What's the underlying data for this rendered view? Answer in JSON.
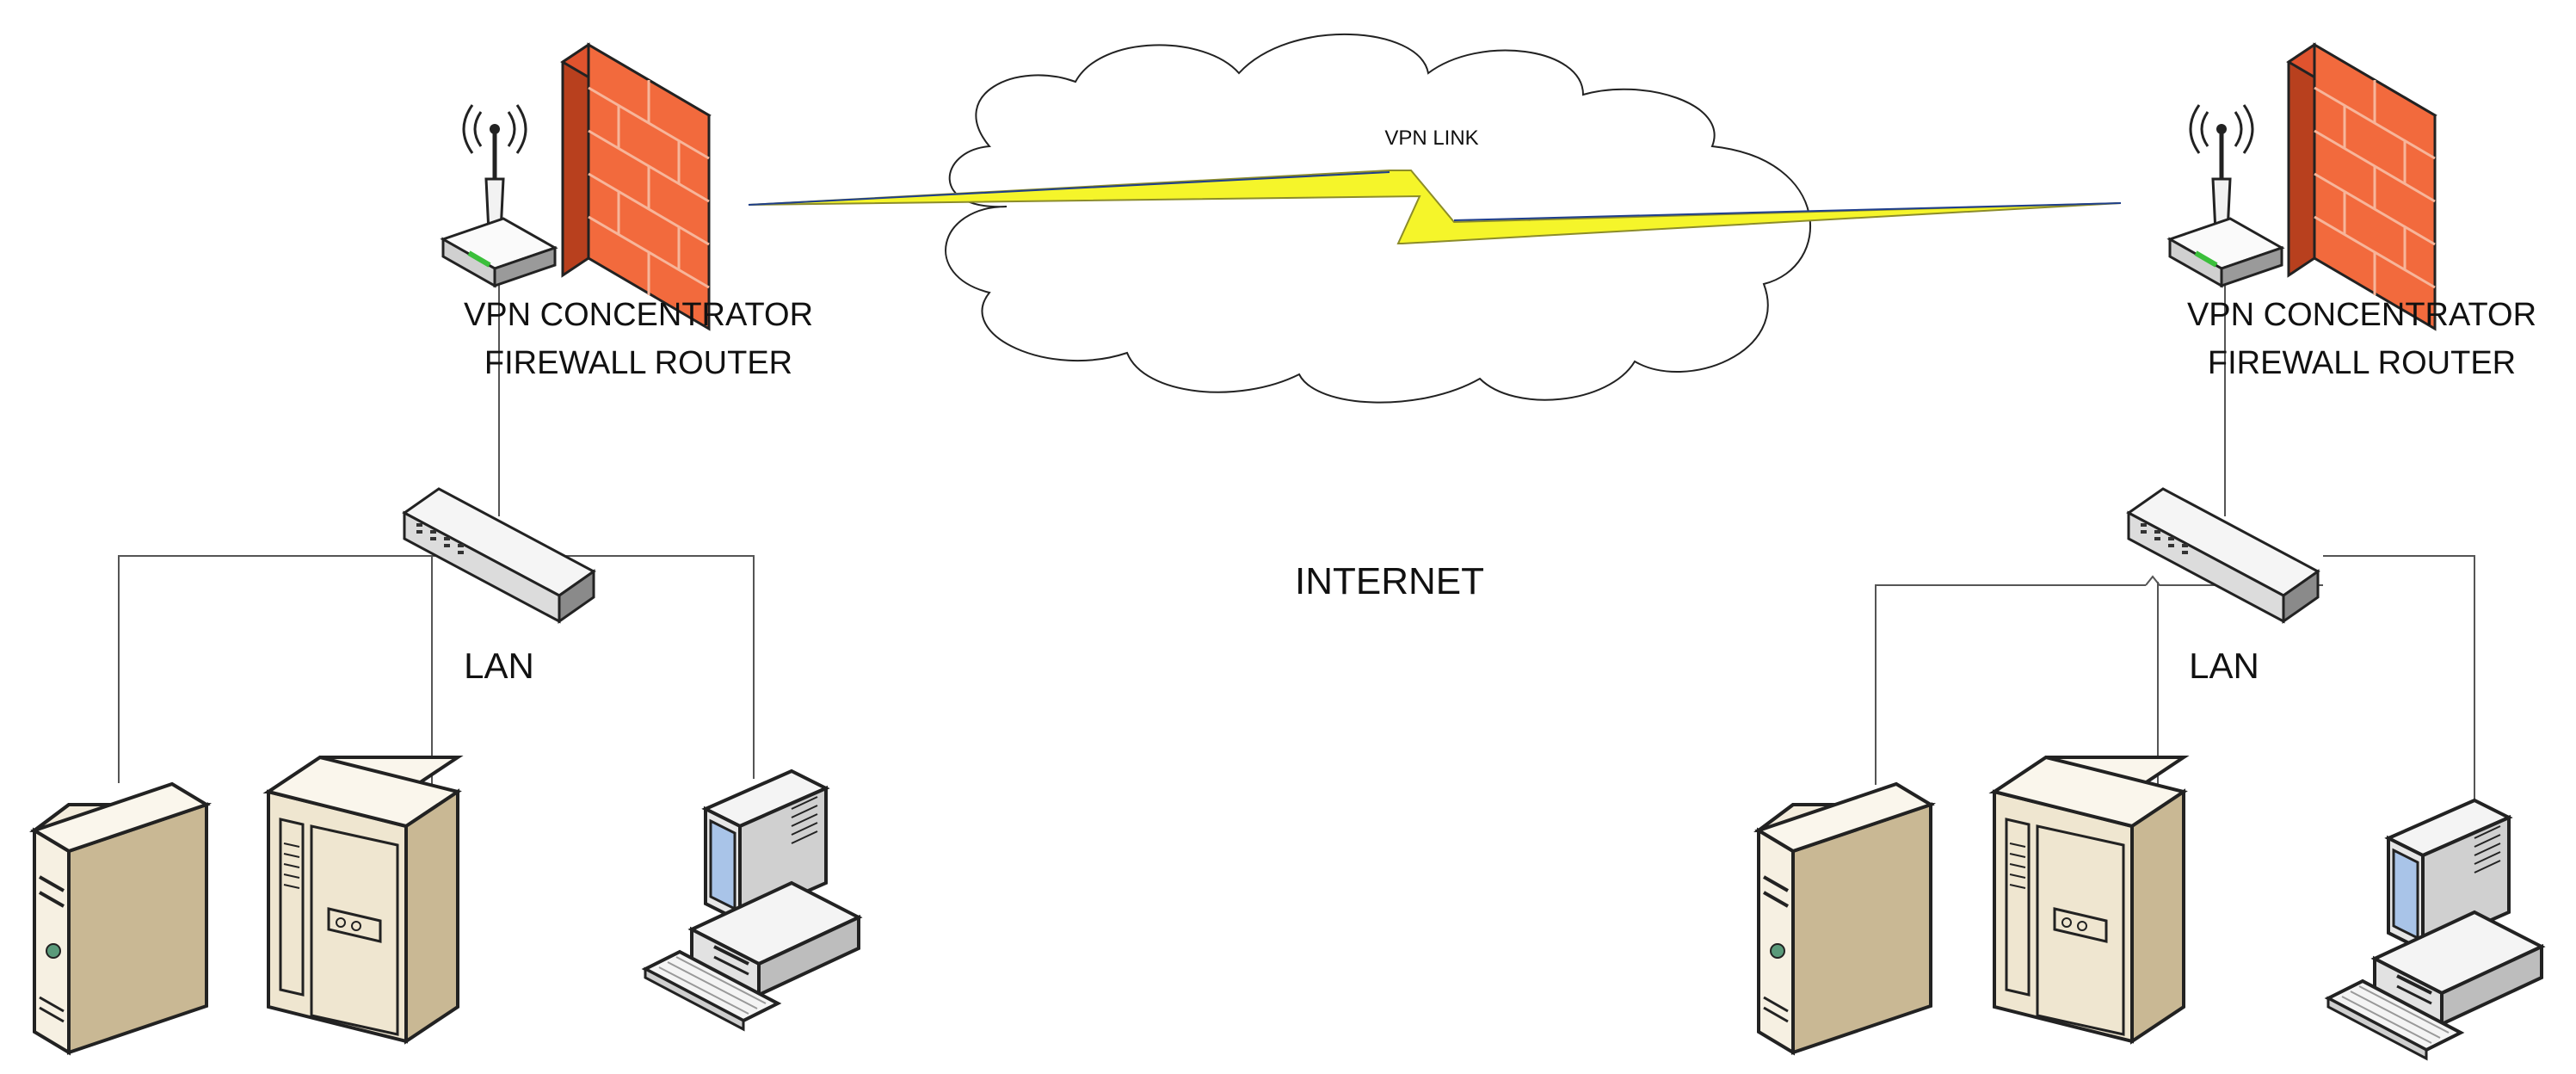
{
  "internet": {
    "cloud_label": "VPN LINK",
    "label": "INTERNET"
  },
  "left_site": {
    "device_label_1": "VPN CONCENTRATOR",
    "device_label_2": "FIREWALL ROUTER",
    "lan_label": "LAN",
    "icons": [
      "wireless-router-icon",
      "firewall-icon",
      "switch-icon",
      "server-tower-icon",
      "server-cabinet-icon",
      "workstation-icon"
    ]
  },
  "right_site": {
    "device_label_1": "VPN CONCENTRATOR",
    "device_label_2": "FIREWALL ROUTER",
    "lan_label": "LAN",
    "icons": [
      "wireless-router-icon",
      "firewall-icon",
      "switch-icon",
      "server-tower-icon",
      "server-cabinet-icon",
      "workstation-icon"
    ]
  },
  "colors": {
    "firewall": "#f26a3d",
    "vpn_link": "#f5f52a",
    "server": "#e7dcc2",
    "internet_label": "#4a2a20"
  }
}
